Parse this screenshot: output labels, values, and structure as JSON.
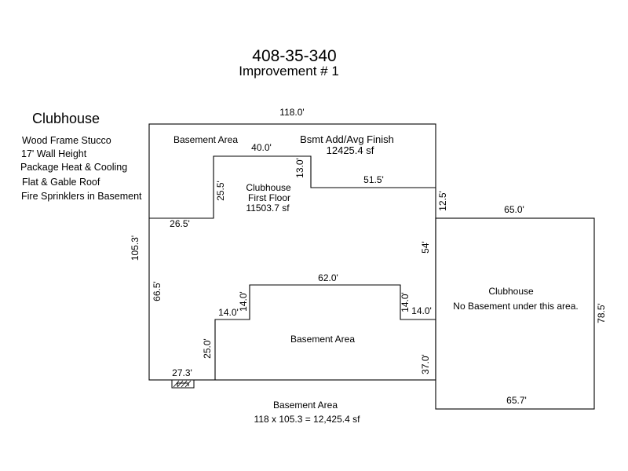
{
  "header": {
    "parcel": "408-35-340",
    "improvement": "Improvement # 1"
  },
  "notes": {
    "title": "Clubhouse",
    "items": [
      "Wood Frame Stucco",
      "17' Wall Height",
      "Package Heat & Cooling",
      "Flat & Gable Roof",
      "Fire Sprinklers in Basement"
    ]
  },
  "labels": {
    "basement_top": "Basement Area",
    "bsmt_finish": "Bsmt Add/Avg Finish",
    "bsmt_finish_area": "12425.4 sf",
    "clubhouse": "Clubhouse",
    "first_floor": "First Floor",
    "first_floor_area": "11503.7 sf",
    "basement_center": "Basement Area",
    "annex_title": "Clubhouse",
    "annex_note": "No Basement under this area.",
    "bottom_title": "Basement Area",
    "bottom_formula": "118 x 105.3 = 12,425.4 sf"
  },
  "dimensions": {
    "top_width": "118.0'",
    "left_height": "105.3'",
    "inner_top": "40.0'",
    "notch_h": "13.0'",
    "right_top_seg": "51.5'",
    "left_step_v": "25.5'",
    "left_step_h": "26.5'",
    "right_step_v": "12.5'",
    "annex_top": "65.0'",
    "right_mid": "54'",
    "annex_right": "78.5'",
    "annex_bottom": "65.7'",
    "inner_left_v": "66.5'",
    "lower_top": "62.0'",
    "lower_left_v": "14.0'",
    "lower_left_h": "14.0'",
    "lower_right_v": "14.0'",
    "lower_right_h": "14.0'",
    "lower_side_v": "25.0'",
    "bottom_left": "27.3'",
    "right_lower_v": "37.0'"
  }
}
